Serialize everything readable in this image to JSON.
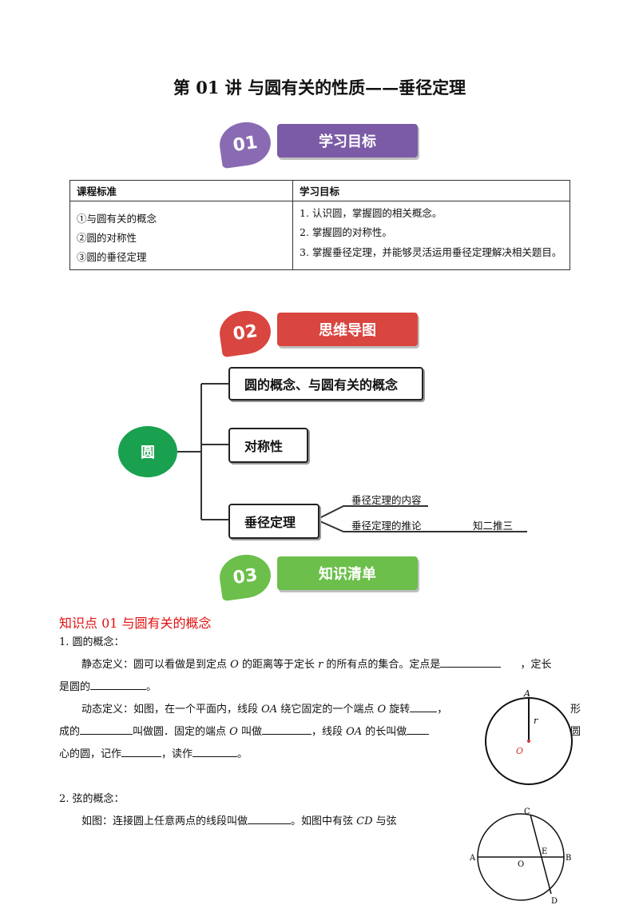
{
  "title": "第 01 讲  与圆有关的性质——垂径定理",
  "sections": [
    {
      "num": "01",
      "label": "学习目标",
      "color": "#7b5aa6",
      "num_color": "#8a6bb3"
    },
    {
      "num": "02",
      "label": "思维导图",
      "color": "#d9453f",
      "num_color": "#d9453f"
    },
    {
      "num": "03",
      "label": "知识清单",
      "color": "#6bbf4a",
      "num_color": "#6bbf4a"
    }
  ],
  "table": {
    "headers": [
      "课程标准",
      "学习目标"
    ],
    "standards": [
      "①与圆有关的概念",
      "②圆的对称性",
      "③圆的垂径定理"
    ],
    "goals": [
      "1. 认识圆，掌握圆的相关概念。",
      "2. 掌握圆的对称性。",
      "3. 掌握垂径定理，并能够灵活运用垂径定理解决相关题目。"
    ]
  },
  "mindmap": {
    "center": "圆",
    "nodes": [
      "圆的概念、与圆有关的概念",
      "对称性",
      "垂径定理"
    ],
    "sub": [
      "垂径定理的内容",
      "垂径定理的推论"
    ],
    "note": "知二推三"
  },
  "knowledge": {
    "title": "知识点 01    与圆有关的概念",
    "item1": "1. 圆的概念：",
    "static_a": "静态定义：圆可以看做是到定点 ",
    "static_b": " 的距离等于定长 ",
    "static_c": " 的所有点的集合。定点是",
    "static_d": "，定长",
    "static_e": "是圆的",
    "period": "。",
    "dynamic_a": "动态定义：如图，在一个平面内，线段 ",
    "dynamic_b": " 绕它固定的一个端点 ",
    "dynamic_c": " 旋转",
    "dynamic_d": "，",
    "dynamic_e": "形",
    "dynamic_f": "成的",
    "dynamic_g": "叫做圆．固定的端点 ",
    "dynamic_h": " 叫做",
    "dynamic_i": "，线段 ",
    "dynamic_j": " 的长叫做",
    "dynamic_k": "圆",
    "dynamic_l": "心的圆，记作",
    "dynamic_m": "，读作",
    "var_O": "O",
    "var_r": "r",
    "var_OA": "OA",
    "item2": "2.  弦的概念：",
    "chord_a": "如图：连接圆上任意两点的线段叫做",
    "chord_b": "。如图中有弦 ",
    "chord_c": " 与弦",
    "var_CD": "CD"
  },
  "fig1": {
    "A": "A",
    "r": "r",
    "O": "O"
  },
  "fig2": {
    "A": "A",
    "O": "O",
    "E": "E",
    "B": "B",
    "C": "C",
    "D": "D"
  }
}
